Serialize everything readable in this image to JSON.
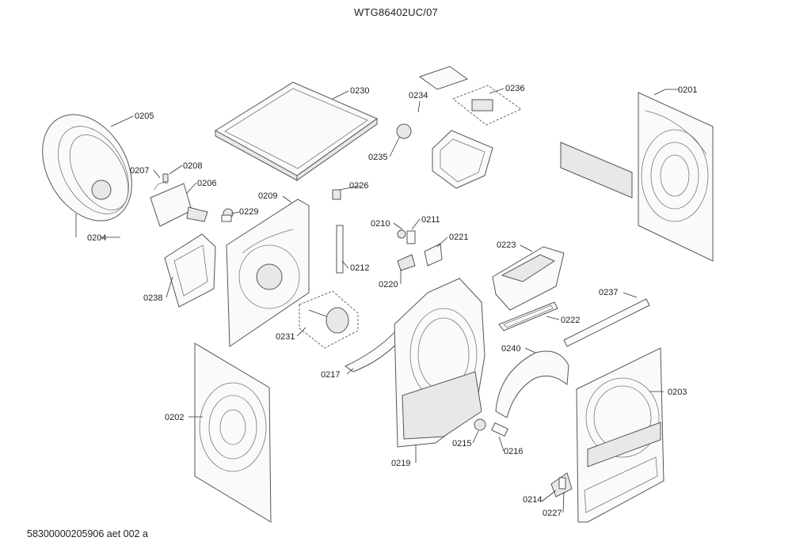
{
  "title": "WTG86402UC/07",
  "footer": "58300000205906 aet 002 a",
  "parts": [
    {
      "id": "p0201",
      "label": "0201"
    },
    {
      "id": "p0202",
      "label": "0202"
    },
    {
      "id": "p0203",
      "label": "0203"
    },
    {
      "id": "p0204",
      "label": "0204"
    },
    {
      "id": "p0205",
      "label": "0205"
    },
    {
      "id": "p0206",
      "label": "0206"
    },
    {
      "id": "p0207",
      "label": "0207"
    },
    {
      "id": "p0208",
      "label": "0208"
    },
    {
      "id": "p0209",
      "label": "0209"
    },
    {
      "id": "p0210",
      "label": "0210"
    },
    {
      "id": "p0211",
      "label": "0211"
    },
    {
      "id": "p0212",
      "label": "0212"
    },
    {
      "id": "p0214",
      "label": "0214"
    },
    {
      "id": "p0215",
      "label": "0215"
    },
    {
      "id": "p0216",
      "label": "0216"
    },
    {
      "id": "p0217",
      "label": "0217"
    },
    {
      "id": "p0219",
      "label": "0219"
    },
    {
      "id": "p0220",
      "label": "0220"
    },
    {
      "id": "p0221",
      "label": "0221"
    },
    {
      "id": "p0222",
      "label": "0222"
    },
    {
      "id": "p0223",
      "label": "0223"
    },
    {
      "id": "p0226",
      "label": "0226"
    },
    {
      "id": "p0227",
      "label": "0227"
    },
    {
      "id": "p0229",
      "label": "0229"
    },
    {
      "id": "p0230",
      "label": "0230"
    },
    {
      "id": "p0231",
      "label": "0231"
    },
    {
      "id": "p0234",
      "label": "0234"
    },
    {
      "id": "p0235",
      "label": "0235"
    },
    {
      "id": "p0236",
      "label": "0236"
    },
    {
      "id": "p0237",
      "label": "0237"
    },
    {
      "id": "p0238",
      "label": "0238"
    },
    {
      "id": "p0240",
      "label": "0240"
    }
  ]
}
